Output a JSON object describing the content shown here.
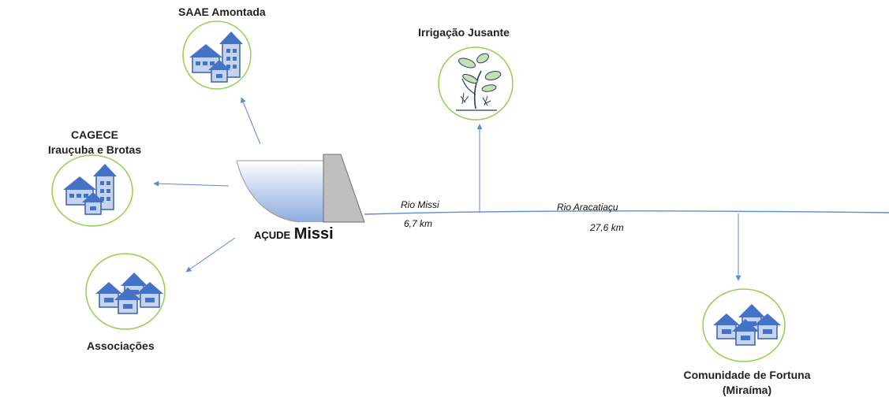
{
  "reservoir": {
    "prefix": "AÇUDE",
    "name": "Missi"
  },
  "destinations": {
    "saae": "SAAE Amontada",
    "cagece_line1": "CAGECE",
    "cagece_line2": "Irauçuba e Brotas",
    "associacoes": "Associações",
    "irrigacao": "Irrigação Jusante",
    "fortuna_line1": "Comunidade de Fortuna",
    "fortuna_line2": "(Miraíma)"
  },
  "river": {
    "segment1_name": "Rio Missi",
    "segment1_length": "6,7 km",
    "segment2_name": "Rio Aracatiaçu",
    "segment2_length": "27,6 km"
  },
  "icons": {
    "saae": "city-buildings-icon",
    "cagece": "city-buildings-icon",
    "associacoes": "village-houses-icon",
    "irrigacao": "plant-icon",
    "fortuna": "village-houses-icon"
  },
  "colors": {
    "arrow": "#5b8bd0",
    "circle": "#92d050",
    "house": "#4472c4",
    "water": "#b4c9ea",
    "dam": "#bfbfbf"
  }
}
